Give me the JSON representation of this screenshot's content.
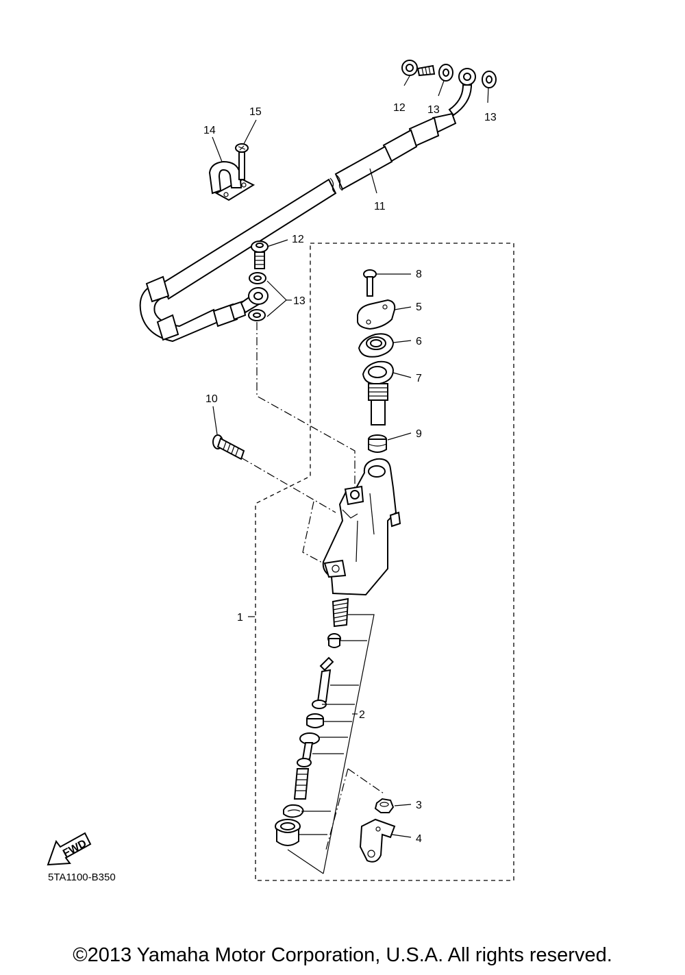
{
  "diagram": {
    "part_numbers": {
      "p1": "1",
      "p2": "2",
      "p3": "3",
      "p4": "4",
      "p5": "5",
      "p6": "6",
      "p7": "7",
      "p8": "8",
      "p9": "9",
      "p10": "10",
      "p11": "11",
      "p12a": "12",
      "p12b": "12",
      "p13a": "13",
      "p13b": "13",
      "p13c": "13",
      "p14": "14",
      "p15": "15"
    },
    "fwd_label": "FWD",
    "drawing_code": "5TA1100-B350"
  },
  "footer": {
    "copyright": "©2013 Yamaha Motor Corporation, U.S.A. All rights reserved."
  }
}
